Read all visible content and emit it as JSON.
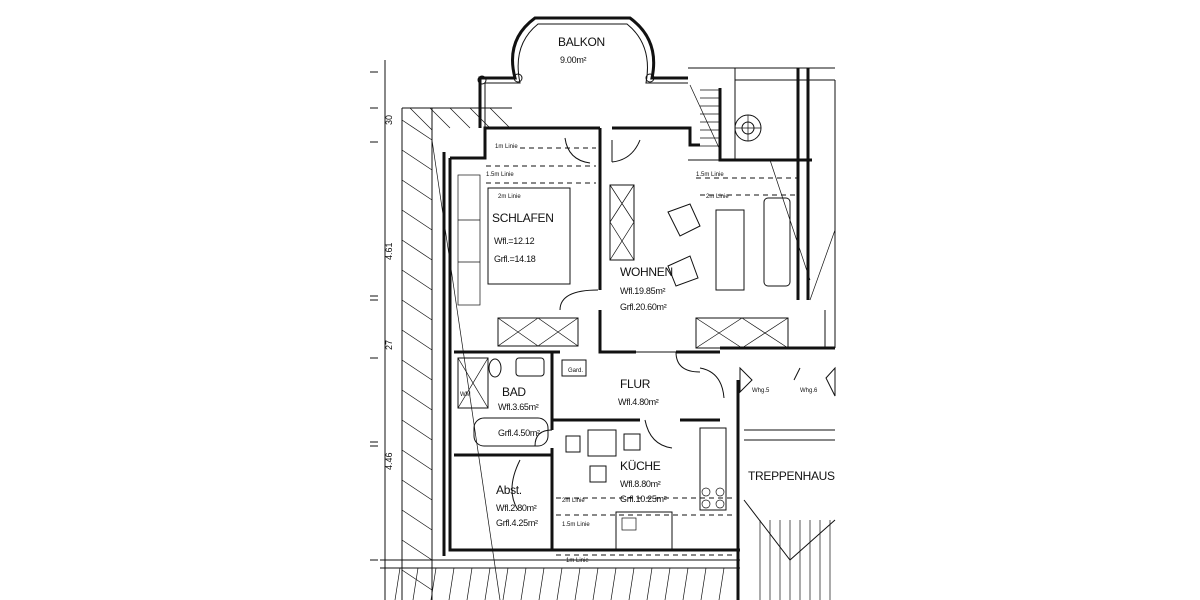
{
  "rooms": {
    "balkon": {
      "name": "BALKON",
      "area": "9.00m²"
    },
    "schlafen": {
      "name": "SCHLAFEN",
      "wfl": "Wfl.=12.12",
      "grfl": "Grfl.=14.18"
    },
    "wohnen": {
      "name": "WOHNEN",
      "wfl": "Wfl.19.85m²",
      "grfl": "Grfl.20.60m²"
    },
    "bad": {
      "name": "BAD",
      "wfl": "Wfl.3.65m²",
      "grfl": "Grfl.4.50m²"
    },
    "flur": {
      "name": "FLUR",
      "wfl": "Wfl.4.80m²"
    },
    "kueche": {
      "name": "KÜCHE",
      "wfl": "Wfl.8.80m²",
      "grfl": "Grfl.10.25m²"
    },
    "abst": {
      "name": "Abst.",
      "wfl": "Wfl.2.80m²",
      "grfl": "Grfl.4.25m²"
    },
    "treppenhaus": {
      "name": "TREPPENHAUS"
    }
  },
  "labels": {
    "line_2m": "2m Linie",
    "line_15m": "1.5m Linie",
    "line_1m": "1m Linie",
    "garderobe": "Gard.",
    "wm": "WM",
    "whg5": "Whg.5",
    "whg6": "Whg.6"
  },
  "dimensions": {
    "d1": "30",
    "d2": "4.61",
    "d3": "27",
    "d4": "4.46"
  }
}
